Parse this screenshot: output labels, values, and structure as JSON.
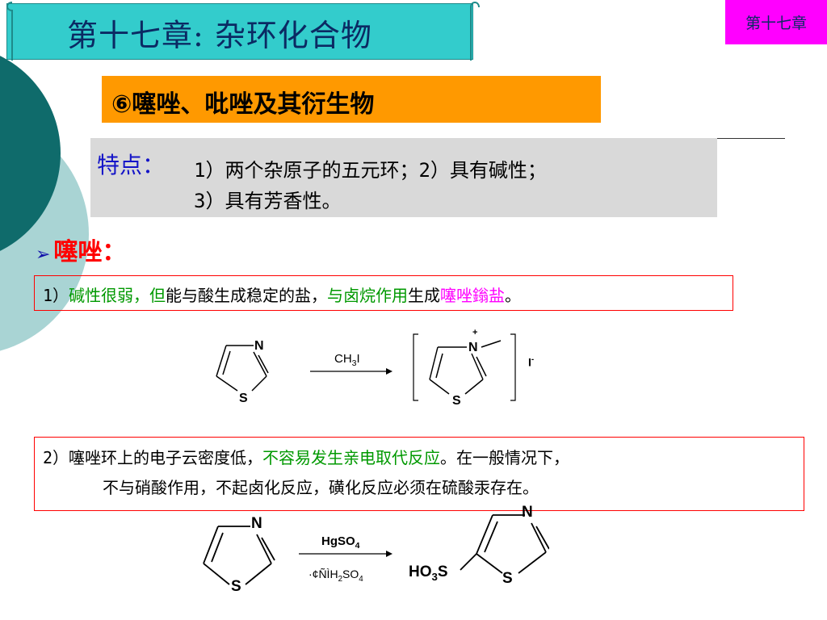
{
  "slide": {
    "title": "第十七章: 杂环化合物",
    "chapter_badge": "第十七章",
    "section": "⑥噻唑、吡唑及其衍生物"
  },
  "features": {
    "label": "特点：",
    "line1": "1）两个杂原子的五元环；2）具有碱性；",
    "line2": "3）具有芳香性。"
  },
  "thiazole": {
    "heading_arrow": "➢",
    "heading": "噻唑："
  },
  "point1": {
    "prefix": "1）",
    "part_a": "碱性很弱，但",
    "part_b": "能与酸生成稳定的盐，",
    "part_c": "与卤烷作用",
    "part_d": "生成",
    "part_e": "噻唑鎓盐",
    "suffix": "。"
  },
  "point2": {
    "prefix": "2）噻唑环上的电子云密度低，",
    "highlight": "不容易发生亲电取代反应",
    "rest": "。在一般情况下，",
    "line2": "不与硝酸作用，不起卤化反应，磺化反应必须在硫酸汞存在。"
  },
  "reaction1": {
    "ring_n": "N",
    "ring_s": "S",
    "reagent": "CH",
    "reagent_sub": "3",
    "reagent_tail": "I",
    "product_plus": "+",
    "product_n": "N",
    "product_s": "S",
    "counter_ion": "I",
    "counter_charge": "-"
  },
  "reaction2": {
    "ring_n": "N",
    "ring_s": "S",
    "reagent_top": "HgSO",
    "reagent_top_sub": "4",
    "reagent_bottom_prefix": "·¢ÑÌH",
    "reagent_bottom_sub1": "2",
    "reagent_bottom_mid": "SO",
    "reagent_bottom_sub2": "4",
    "product_group": "HO",
    "product_group_sub": "3",
    "product_group_tail": "S",
    "product_n": "N",
    "product_s": "S"
  },
  "colors": {
    "title_scroll": "#33cccc",
    "title_text": "#0b2a63",
    "badge": "#ff00ff",
    "section_banner": "#ff9900",
    "features_box": "#d9d9d9",
    "features_label": "#1414c8",
    "deco_dark": "#0f6b6b",
    "deco_light": "#a9d4d4",
    "highlight_green": "#009900",
    "highlight_magenta": "#ff00ff",
    "box_border": "#ff0000"
  }
}
